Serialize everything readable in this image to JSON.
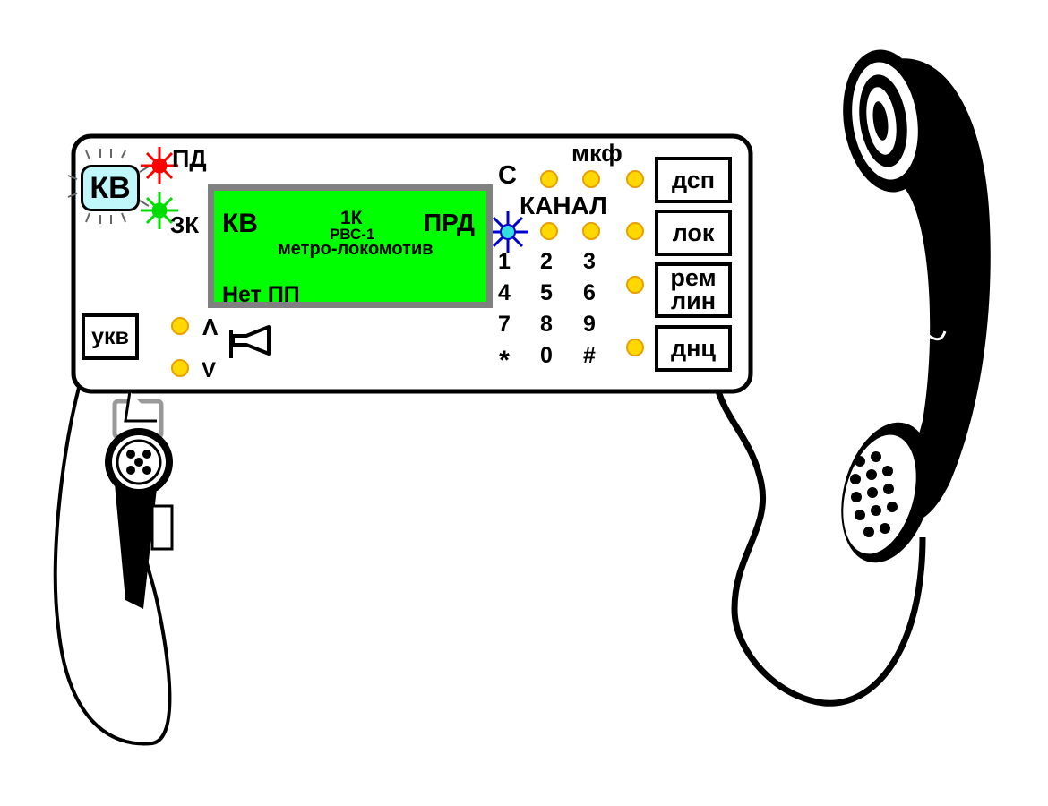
{
  "indicator": {
    "mode_badge": "КВ",
    "pd_label": "ПД",
    "zk_label": "ЗК"
  },
  "display": {
    "band": "КВ",
    "channel": "1К",
    "model": "РВС-1",
    "network": "метро-локомотив",
    "tx_state": "ПРД",
    "status": "Нет ПП"
  },
  "keypad": {
    "c_label": "С",
    "mkf_label": "мкф",
    "channel_label": "КАНАЛ",
    "keys": [
      "1",
      "2",
      "3",
      "4",
      "5",
      "6",
      "7",
      "8",
      "9",
      "*",
      "0",
      "#"
    ]
  },
  "buttons": {
    "dsp": "дсп",
    "lok": "лок",
    "rem": "рем",
    "lin": "лин",
    "dnc": "днц",
    "ukv": "укв"
  },
  "volume": {
    "up": "Λ",
    "down": "V"
  },
  "colors": {
    "lcd_background": "#00ff00",
    "lcd_frame": "#808080",
    "led": "#ffd800",
    "pd_led": "#ff0000",
    "zk_led": "#00dd00",
    "tx_led": "#00aaff",
    "badge": "#bff7fb"
  }
}
